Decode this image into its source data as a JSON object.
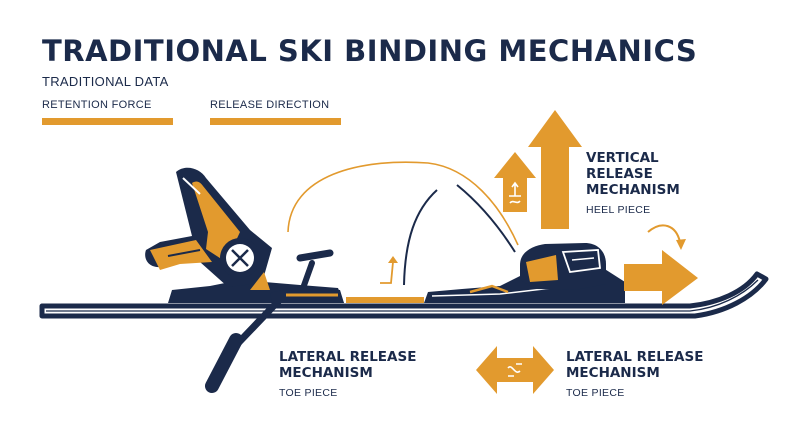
{
  "title": "TRADITIONAL SKI BINDING MECHANICS",
  "subtitle": "TRADITIONAL DATA",
  "legend": [
    {
      "label": "RETENTION FORCE",
      "color": "#e29a2e"
    },
    {
      "label": "RELEASE DIRECTION",
      "color": "#e29a2e"
    }
  ],
  "labels": {
    "vertical": {
      "title": "VERTICAL\nRELEASE\nMECHANISM",
      "sub": "HEEL PIECE"
    },
    "lateral_left": {
      "title": "LATERAL RELEASE\nMECHANISM",
      "sub": "TOE PIECE"
    },
    "lateral_right": {
      "title": "LATERAL RELEASE\nMECHANISM",
      "sub": "TOE PIECE"
    }
  },
  "colors": {
    "navy": "#1b2a4a",
    "orange": "#e29a2e",
    "background": "#ffffff"
  },
  "icons": [
    "toe-piece-icon",
    "heel-piece-icon",
    "brake-icon",
    "vertical-arrow-icon",
    "lateral-arrow-icon",
    "horizontal-arrow-icon",
    "rotation-arrow-icon"
  ]
}
